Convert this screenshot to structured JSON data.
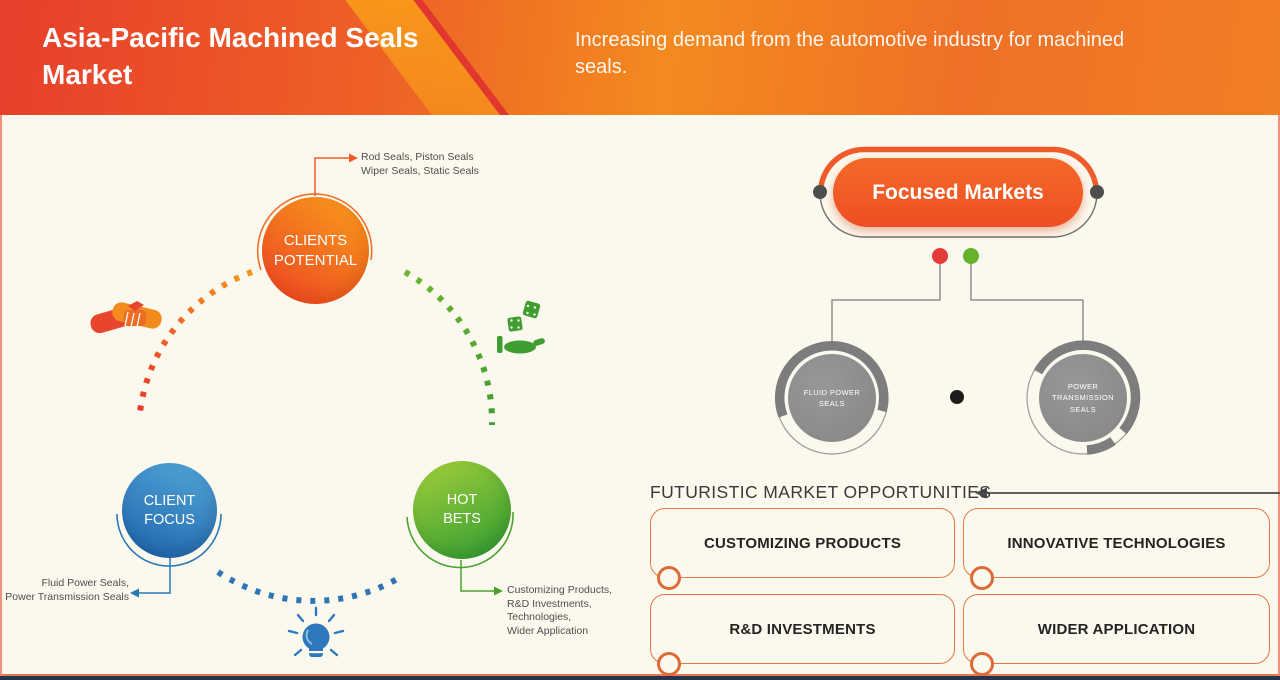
{
  "header": {
    "title": "Asia-Pacific Machined Seals Market",
    "subtitle": "Increasing demand from the automotive industry for machined seals."
  },
  "strategy_map": {
    "clients_potential": {
      "label": "CLIENTS POTENTIAL",
      "callout": [
        "Rod Seals, Piston Seals",
        "Wiper Seals, Static Seals"
      ]
    },
    "client_focus": {
      "label": "CLIENT FOCUS",
      "callout": [
        "Fluid Power Seals,",
        "Power Transmission Seals"
      ]
    },
    "hot_bets": {
      "label": "HOT BETS",
      "callout": [
        "Customizing Products,",
        "R&D Investments,",
        "Technologies,",
        "Wider Application"
      ]
    }
  },
  "focused_markets": {
    "title": "Focused Markets",
    "nodes": [
      {
        "label": "FLUID POWER SEALS"
      },
      {
        "label": "POWER TRANSMISSION SEALS"
      }
    ]
  },
  "opportunities": {
    "heading": "FUTURISTIC MARKET OPPORTUNITIES",
    "items": [
      {
        "label": "CUSTOMIZING PRODUCTS"
      },
      {
        "label": "INNOVATIVE TECHNOLOGIES"
      },
      {
        "label": "R&D INVESTMENTS"
      },
      {
        "label": "WIDER APPLICATION"
      }
    ]
  },
  "colors": {
    "accent_orange": "#f15b2a",
    "accent_blue": "#2e79bd",
    "accent_green": "#4aa32f",
    "node_gray": "#8d8d8d",
    "footer_navy": "#26334f"
  }
}
